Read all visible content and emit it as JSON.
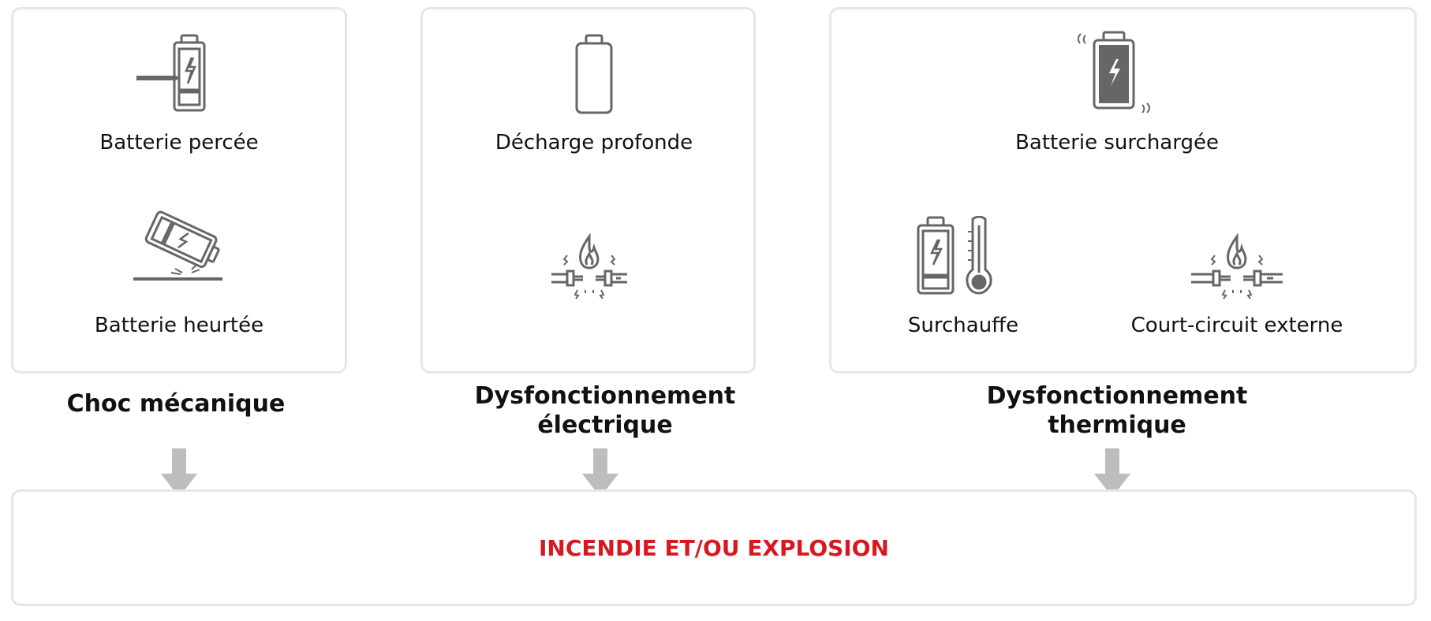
{
  "categories": [
    {
      "title": "Choc mécanique",
      "items": [
        {
          "label": "Batterie percée",
          "icon": "punctured-battery-icon"
        },
        {
          "label": "Batterie heurtée",
          "icon": "dropped-battery-icon"
        }
      ]
    },
    {
      "title_line1": "Dysfonctionnement",
      "title_line2": "électrique",
      "items": [
        {
          "label": "Décharge profonde",
          "icon": "empty-battery-icon"
        },
        {
          "icon": "short-circuit-icon"
        }
      ]
    },
    {
      "title_line1": "Dysfonctionnement",
      "title_line2": "thermique",
      "items": [
        {
          "label": "Batterie surchargée",
          "icon": "overcharged-battery-icon"
        },
        {
          "label": "Surchauffe",
          "icon": "battery-thermometer-icon"
        },
        {
          "label": "Court-circuit externe",
          "icon": "short-circuit-icon"
        }
      ]
    }
  ],
  "result": {
    "label": "INCENDIE ET/OU EXPLOSION",
    "color": "#d7191f"
  },
  "colors": {
    "icon": "#666666",
    "border": "#e6e6e6",
    "arrow": "#bdbdbd"
  }
}
